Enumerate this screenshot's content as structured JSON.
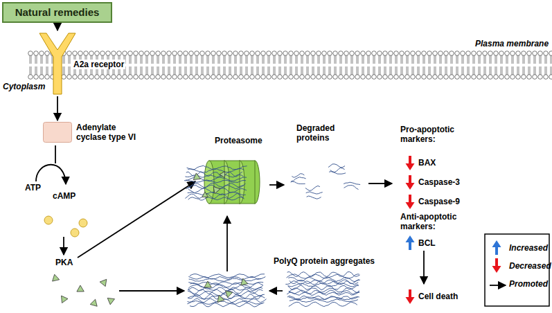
{
  "diagram": {
    "nodes": [
      {
        "text": [
          "Natural remedies"
        ]
      },
      {
        "text": [
          "A2a receptor"
        ]
      },
      {
        "text": [
          "Adenylate cyclase type VI"
        ]
      },
      {
        "text": [
          "Proteasome"
        ]
      },
      {
        "text": [
          "Degraded proteins"
        ]
      },
      {
        "text": [
          "PolyQ protein aggregates"
        ]
      }
    ],
    "edges": [
      {
        "from": 0,
        "to": 1,
        "arrow": "to"
      },
      {
        "from": 1,
        "to": 2,
        "arrow": "to"
      },
      {
        "from": 3,
        "to": 4,
        "arrow": "to"
      }
    ],
    "labels": [
      "Plasma membrane",
      "Cytoplasm",
      "ATP",
      "cAMP",
      "PKA",
      "Pro-apoptotic markers:",
      "BAX",
      "Caspase-3",
      "Caspase-9",
      "Anti-apoptotic markers:",
      "BCL",
      "Cell death"
    ],
    "legend": [
      {
        "text": "Increased"
      },
      {
        "text": "Decreased"
      },
      {
        "text": "Promoted"
      }
    ]
  }
}
